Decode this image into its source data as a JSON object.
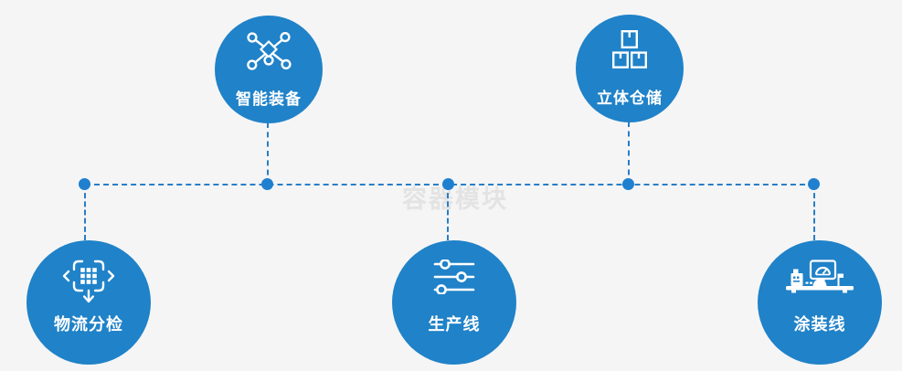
{
  "diagram": {
    "type": "process-node-diagram",
    "watermark": {
      "text": "容器模块"
    },
    "colors": {
      "background": "#f5f5f6",
      "node_circle": "#2082c8",
      "connector_line": "#2a7dc5",
      "junction_dot": "#2080cf",
      "label_text": "#ffffff",
      "watermark_text": "#e3e3e3"
    },
    "nodes": [
      {
        "id": "smart-equipment",
        "label": "智能装备",
        "icon": "network-nodes-icon",
        "row": "top"
      },
      {
        "id": "stereo-warehouse",
        "label": "立体仓储",
        "icon": "stacked-boxes-icon",
        "row": "top"
      },
      {
        "id": "logistics-sorting",
        "label": "物流分检",
        "icon": "sorting-grid-arrows-icon",
        "row": "bottom"
      },
      {
        "id": "production-line",
        "label": "生产线",
        "icon": "sliders-icon",
        "row": "bottom"
      },
      {
        "id": "coating-line",
        "label": "涂装线",
        "icon": "machine-console-icon",
        "row": "bottom"
      }
    ],
    "connections": {
      "trunk": "horizontal dashed line linking all five branch points",
      "branches": [
        "logistics-sorting",
        "smart-equipment",
        "production-line",
        "stereo-warehouse",
        "coating-line"
      ]
    }
  }
}
